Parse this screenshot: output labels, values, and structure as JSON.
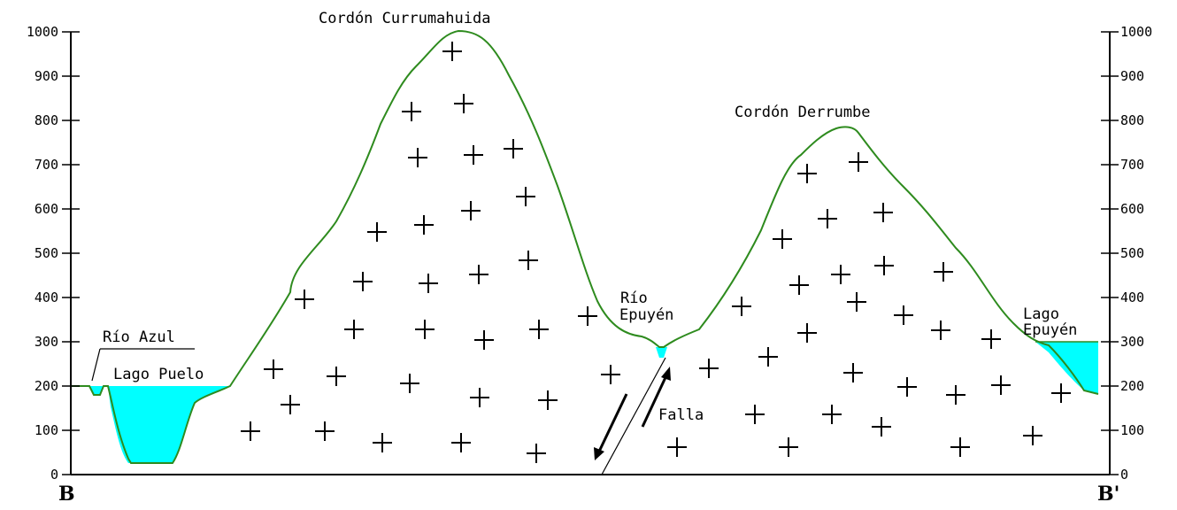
{
  "section": {
    "start_label": "B",
    "end_label": "B'"
  },
  "axis": {
    "ticks": [
      "0",
      "100",
      "200",
      "300",
      "400",
      "500",
      "600",
      "700",
      "800",
      "900",
      "1000"
    ]
  },
  "labels": {
    "peak_left": "Cordón Currumahuida",
    "peak_right": "Cordón Derrumbe",
    "river_left": "Río Azul",
    "lake_left": "Lago Puelo",
    "river_mid_line1": "Río",
    "river_mid_line2": "Epuyén",
    "lake_right_line1": "Lago",
    "lake_right_line2": "Epuyén",
    "fault": "Falla"
  },
  "colors": {
    "terrain_outline": "#2e8b1e",
    "water": "#00ffff",
    "axis": "#000000",
    "rock_symbol": "#000000"
  }
}
